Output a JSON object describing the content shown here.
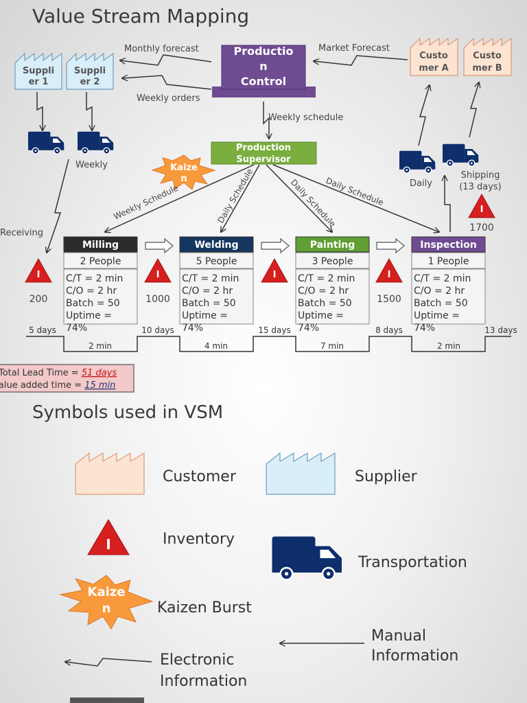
{
  "title": "Value Stream Mapping",
  "control": {
    "label": [
      "Productio",
      "n",
      "Control"
    ]
  },
  "supervisor": {
    "label": [
      "Production",
      "Supervisor"
    ]
  },
  "suppliers": [
    {
      "label": [
        "Suppli",
        "er 1"
      ]
    },
    {
      "label": [
        "Suppli",
        "er 2"
      ]
    }
  ],
  "customers": [
    {
      "label": [
        "Custo",
        "mer A"
      ]
    },
    {
      "label": [
        "Custo",
        "mer B"
      ]
    }
  ],
  "flows": {
    "monthly_forecast": "Monthly forecast",
    "market_forecast": "Market Forecast",
    "weekly_orders": "Weekly orders",
    "weekly_schedule": "Weekly schedule",
    "weekly": "Weekly",
    "receiving": "Receiving",
    "daily": "Daily",
    "shipping": [
      "Shipping",
      "(13 days)"
    ],
    "schedules": [
      "Weekly Schedule",
      "Daily Schedule",
      "Daily Schedule",
      "Daily Schedule"
    ]
  },
  "kaizen_text": [
    "Kaize",
    "n"
  ],
  "inventory_letter": "I",
  "inventory_amounts": [
    "200",
    "1000",
    "",
    "1500",
    "1700"
  ],
  "processes": [
    {
      "name": "Milling",
      "people": "2 People",
      "color": "#2b2b2b",
      "details": [
        "C/T = 2 min",
        "C/O = 2 hr",
        "Batch = 50",
        "Uptime =",
        "74%"
      ]
    },
    {
      "name": "Welding",
      "people": "5 People",
      "color": "#15365f",
      "details": [
        "C/T = 2 min",
        "C/O = 2 hr",
        "Batch = 50",
        "Uptime =",
        "74%"
      ]
    },
    {
      "name": "Painting",
      "people": "3 People",
      "color": "#5f9f34",
      "details": [
        "C/T = 2 min",
        "C/O = 2 hr",
        "Batch = 50",
        "Uptime =",
        "74%"
      ]
    },
    {
      "name": "Inspection",
      "people": "1 People",
      "color": "#6f4b92",
      "details": [
        "C/T = 2 min",
        "C/O = 2 hr",
        "Batch = 50",
        "Uptime =",
        "74%"
      ]
    }
  ],
  "timeline": {
    "days": [
      "5 days",
      "10 days",
      "15 days",
      "8 days",
      "13 days"
    ],
    "mins": [
      "2 min",
      "4 min",
      "7 min",
      "2 min"
    ]
  },
  "summary": {
    "lead_label": "Total Lead Time = ",
    "lead_value": "51 days",
    "va_label": "Value added time = ",
    "va_value": "15 min"
  },
  "legend": {
    "title": "Symbols used in VSM",
    "customer": "Customer",
    "supplier": "Supplier",
    "inventory": "Inventory",
    "transportation": "Transportation",
    "kaizen": "Kaizen Burst",
    "manual": [
      "Manual",
      "Information"
    ],
    "electronic": [
      "Electronic",
      "Information"
    ]
  },
  "colors": {
    "control": "#6f4b92",
    "supervisor": "#7bae3f",
    "customer_fill": "#fde3d2",
    "supplier_fill": "#d8eef8",
    "truck": "#0e2f6b",
    "inventory_red": "#d61f1f",
    "kaizen": "#f89a3c"
  }
}
